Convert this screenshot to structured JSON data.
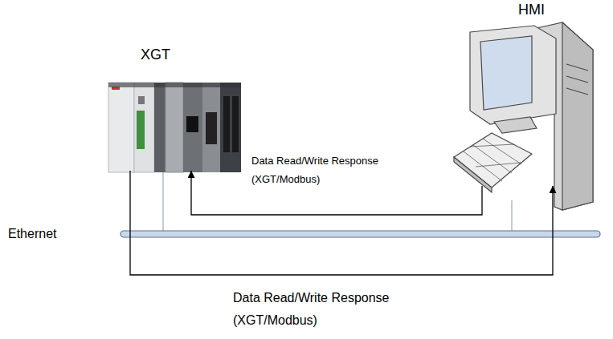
{
  "diagram": {
    "nodes": [
      {
        "text": [
          "XGT"
        ]
      },
      {
        "text": [
          "HMI"
        ]
      }
    ],
    "edges": [
      {
        "from": 1,
        "to": 0,
        "arrow": "to",
        "label": "Data Read/Write Response (XGT/Modbus)"
      },
      {
        "from": 0,
        "to": 1,
        "arrow": "to",
        "label": "Data Read/Write Response (XGT/Modbus)"
      }
    ],
    "labels": [
      "Ethernet"
    ]
  }
}
